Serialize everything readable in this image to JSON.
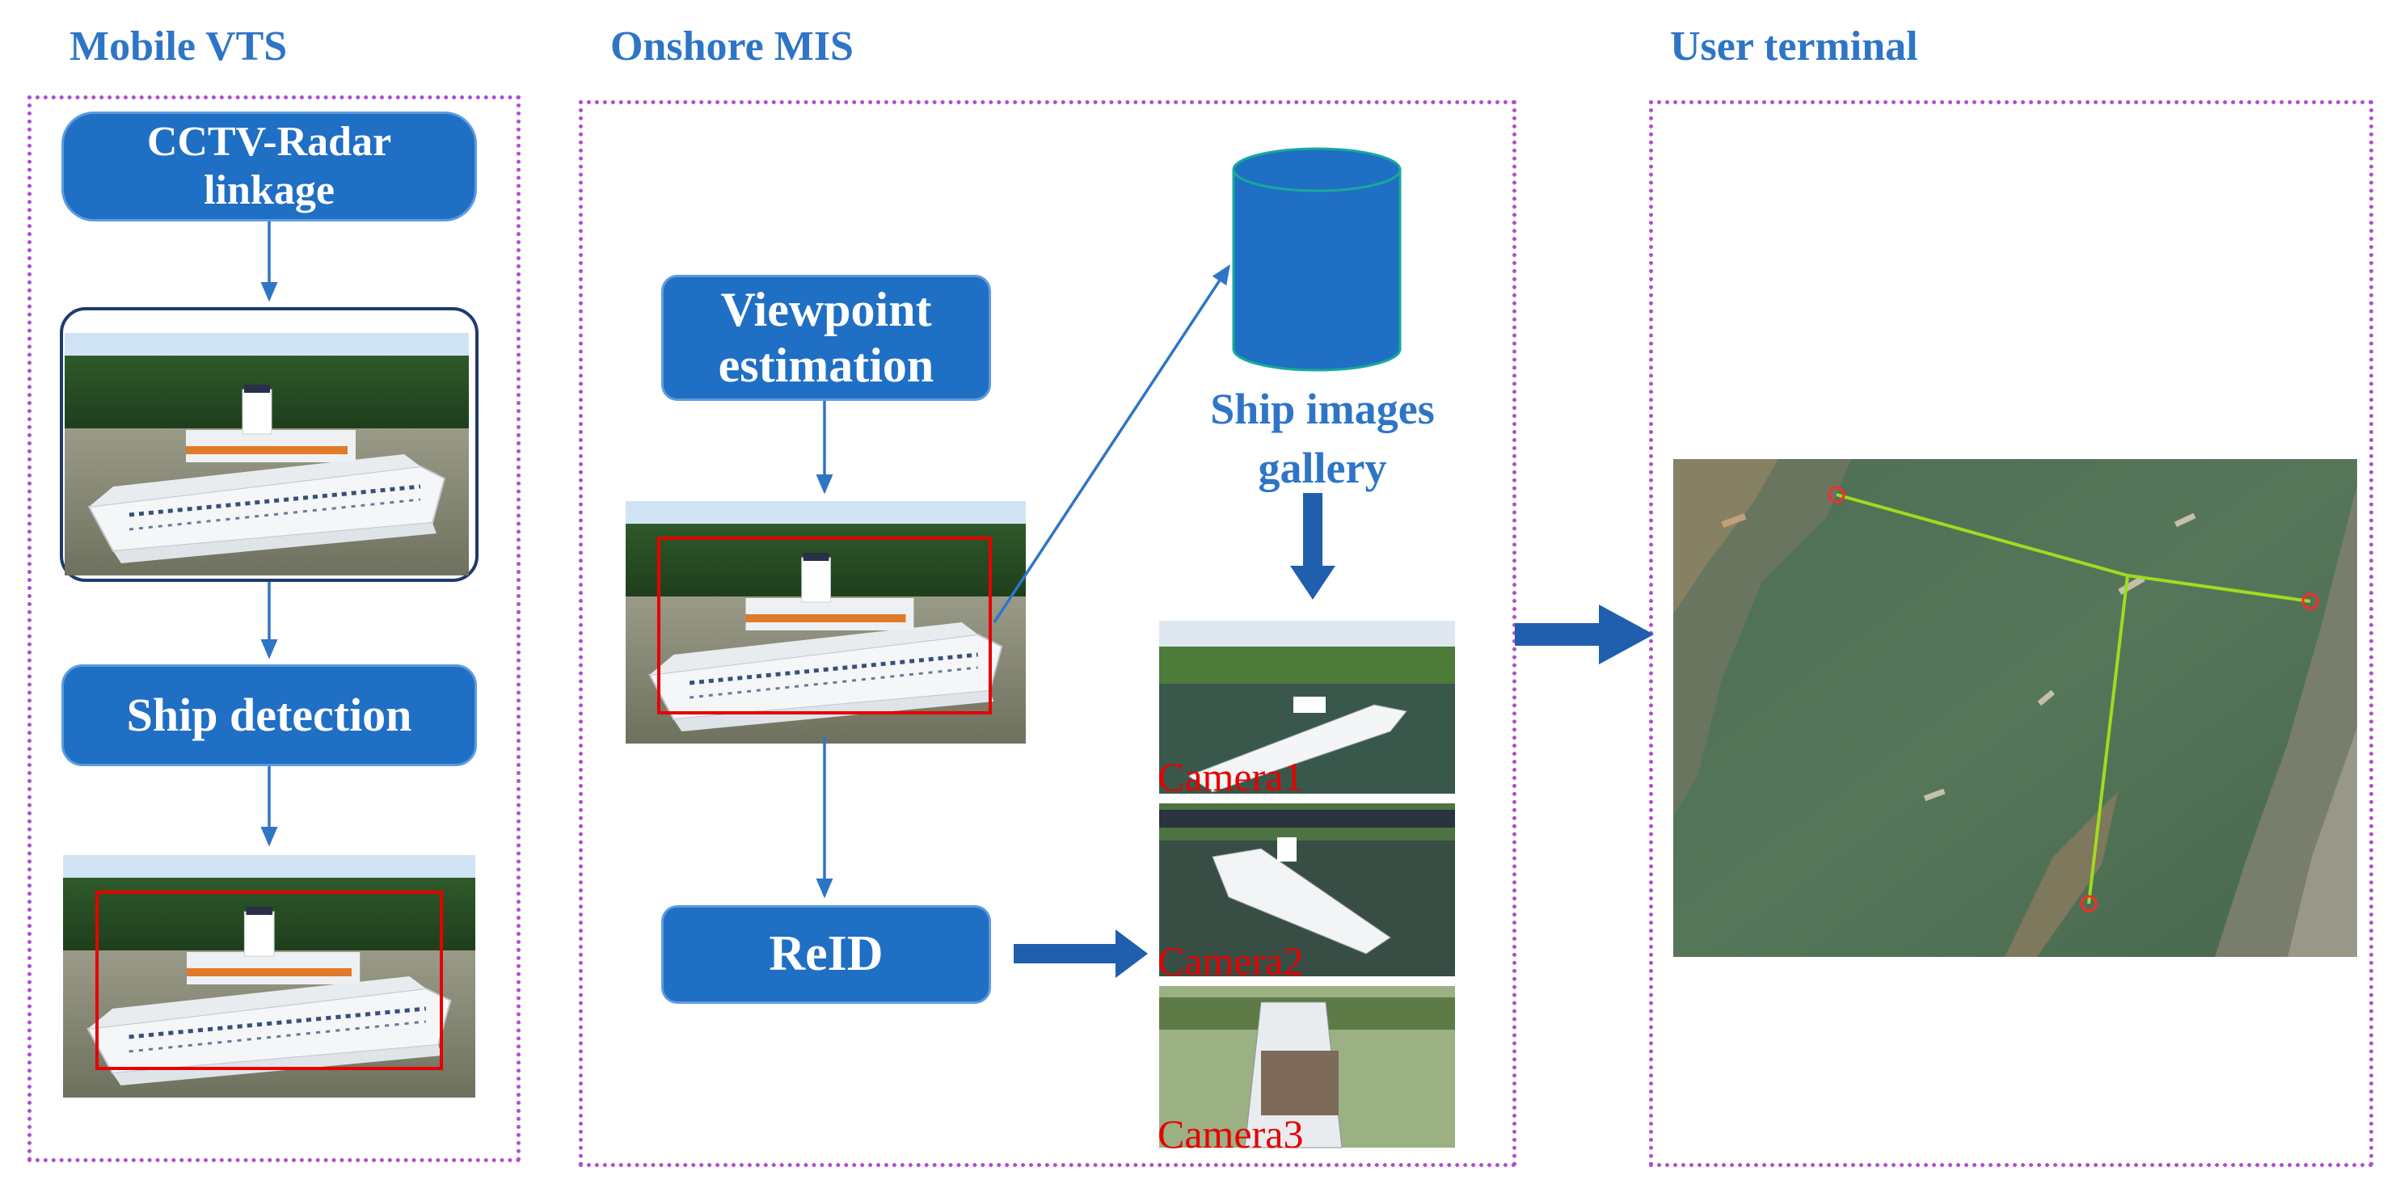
{
  "sections": {
    "mobile_vts": "Mobile VTS",
    "onshore_mis": "Onshore MIS",
    "user_terminal": "User terminal"
  },
  "mobile_vts": {
    "cctv_radar_box": "CCTV-Radar linkage",
    "ship_detection_box": "Ship detection"
  },
  "onshore_mis": {
    "viewpoint_box": "Viewpoint estimation",
    "reid_box": "ReID",
    "gallery_label": "Ship images gallery",
    "cameras": [
      "Camera1",
      "Camera2",
      "Camera3"
    ]
  },
  "colors": {
    "box_fill": "#1f6fc4",
    "arrow": "#2e75c6",
    "title": "#2e75c6",
    "panel_border": "#b04fcf",
    "detection_box": "#e60000",
    "trajectory": "#9fdc1e",
    "camera_label": "#e60000"
  },
  "icons": [
    "database-cylinder-icon",
    "cruise-ship-photo",
    "satellite-map-image",
    "camera-location-marker-icon"
  ]
}
